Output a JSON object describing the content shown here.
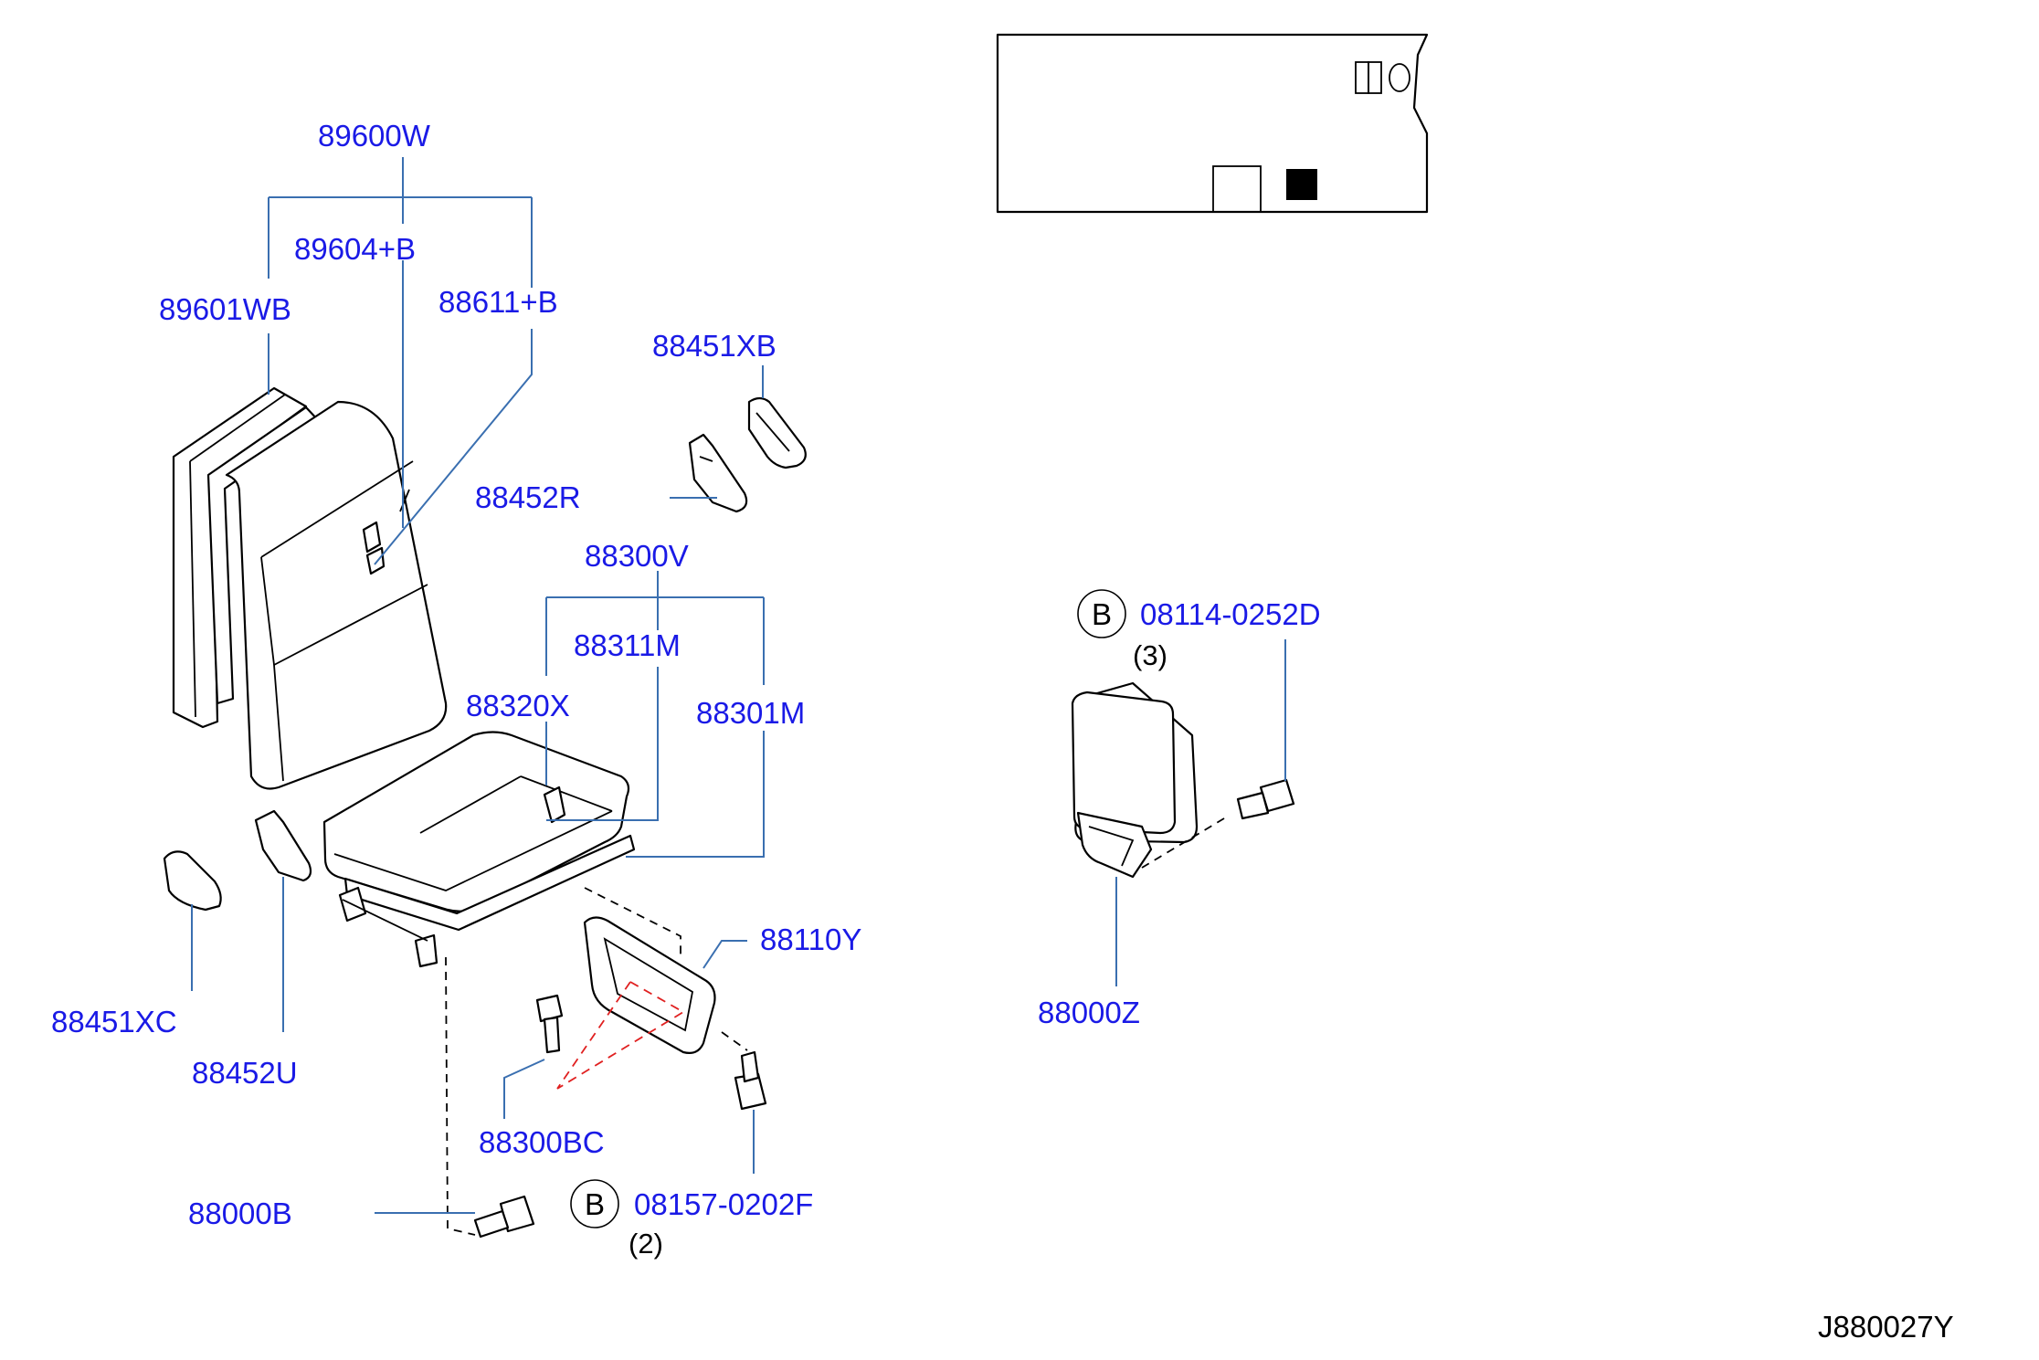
{
  "labels": {
    "p89600W": "89600W",
    "p89604B": "89604+B",
    "p88611B": "88611+B",
    "p89601WB": "89601WB",
    "p88451XB": "88451XB",
    "p88452R": "88452R",
    "p88300V": "88300V",
    "p88311M": "88311M",
    "p88320X": "88320X",
    "p88301M": "88301M",
    "p88110Y": "88110Y",
    "p88451XC": "88451XC",
    "p88452U": "88452U",
    "p88300BC": "88300BC",
    "p88000B": "88000B",
    "p08157": "08157-0202F",
    "p08114": "08114-0252D",
    "p88000Z": "88000Z"
  },
  "bolt_marks": {
    "b1": "B",
    "b2": "B"
  },
  "quantities": {
    "q08157": "(2)",
    "q08114": "(3)"
  },
  "diagram_code": "J880027Y",
  "colors": {
    "part_number": "#1a1ae6",
    "leader": "#3a6fb0",
    "dash_red": "#e02020"
  }
}
